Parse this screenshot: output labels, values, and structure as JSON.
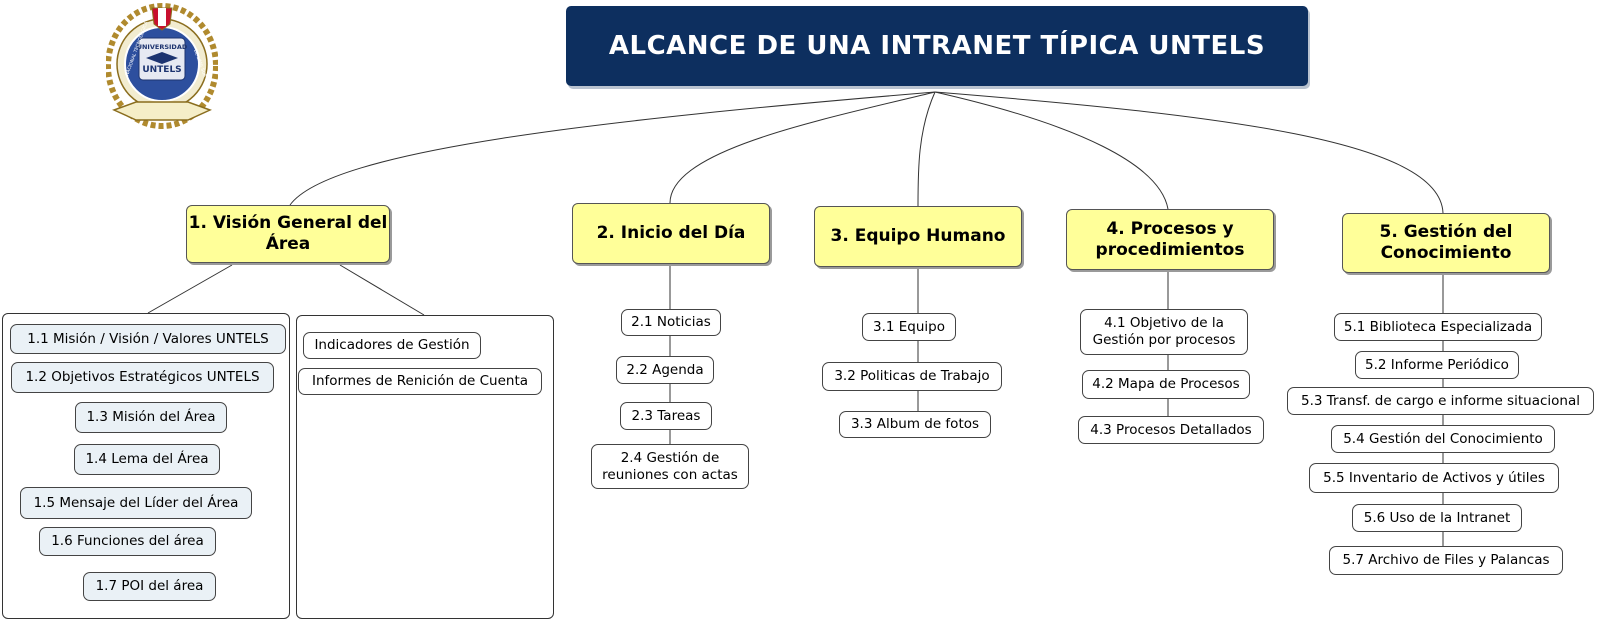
{
  "title": "ALCANCE DE UNA INTRANET TÍPICA UNTELS",
  "logo": {
    "top_text": "UNIVERSIDAD",
    "ring_left": "NACIONAL TECNOLÓGICA",
    "ring_right": "DE LIMA SUR",
    "center_text": "UNTELS"
  },
  "branches": [
    {
      "label": "1. Visión General del Área",
      "groups": [
        {
          "items": [
            "1.1 Misión / Visión / Valores UNTELS",
            "1.2 Objetivos Estratégicos UNTELS",
            "1.3 Misión del Área",
            "1.4 Lema del Área",
            "1.5 Mensaje del Líder del Área",
            "1.6 Funciones del área",
            "1.7 POI del área"
          ]
        },
        {
          "items": [
            "Indicadores de Gestión",
            "Informes de Renición de Cuenta"
          ]
        }
      ]
    },
    {
      "label": "2. Inicio del Día",
      "items": [
        "2.1 Noticias",
        "2.2 Agenda",
        "2.3 Tareas",
        "2.4 Gestión de reuniones con actas"
      ]
    },
    {
      "label": "3. Equipo Humano",
      "items": [
        "3.1 Equipo",
        "3.2 Politicas de Trabajo",
        "3.3 Album de fotos"
      ]
    },
    {
      "label": "4. Procesos y procedimientos",
      "items": [
        "4.1 Objetivo de la Gestión por procesos",
        "4.2 Mapa de Procesos",
        "4.3 Procesos Detallados"
      ]
    },
    {
      "label": "5. Gestión del Conocimiento",
      "items": [
        "5.1 Biblioteca Especializada",
        "5.2 Informe Periódico",
        "5.3 Transf. de cargo e informe situacional",
        "5.4 Gestión del Conocimiento",
        "5.5 Inventario de Activos y útiles",
        "5.6 Uso de la Intranet",
        "5.7 Archivo de Files y Palancas"
      ]
    }
  ]
}
